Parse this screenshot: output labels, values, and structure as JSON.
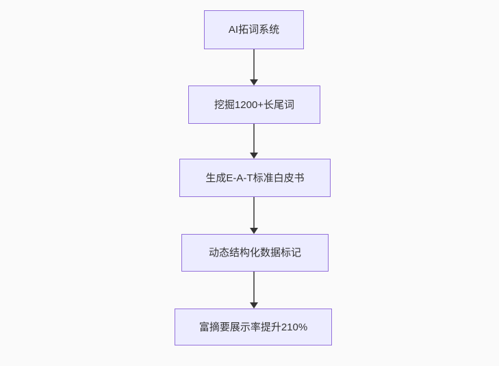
{
  "flowchart": {
    "type": "flowchart",
    "direction": "top-down",
    "nodes": [
      {
        "label": "AI拓词系统"
      },
      {
        "label": "挖掘1200+长尾词"
      },
      {
        "label": "生成E-A-T标准白皮书"
      },
      {
        "label": "动态结构化数据标记"
      },
      {
        "label": "富摘要展示率提升210%"
      }
    ],
    "edges": [
      {
        "from": 0,
        "to": 1
      },
      {
        "from": 1,
        "to": 2
      },
      {
        "from": 2,
        "to": 3
      },
      {
        "from": 3,
        "to": 4
      }
    ],
    "colors": {
      "background": "#fafafa",
      "node_fill": "#ececff",
      "node_border": "#9370db",
      "edge_line": "#666666",
      "edge_head": "#333333",
      "text": "#333333"
    }
  }
}
